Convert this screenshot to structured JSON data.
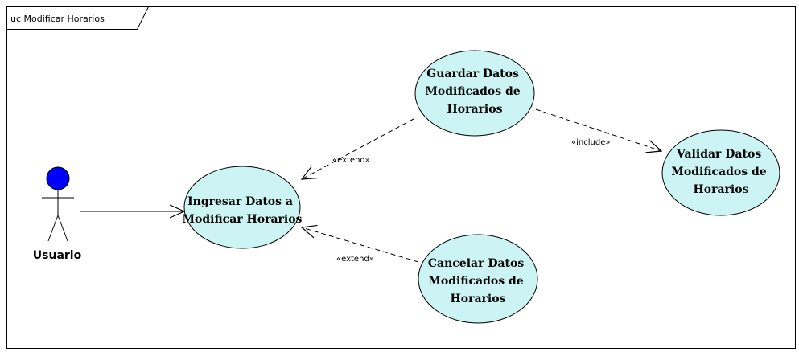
{
  "frame": {
    "title": "uc Modificar Horarios"
  },
  "actor": {
    "name": "Usuario",
    "head_color": "#0000ff"
  },
  "use_cases": {
    "ingresar": [
      "Ingresar Datos a",
      "Modificar Horarios"
    ],
    "guardar": [
      "Guardar Datos",
      "Modificados de",
      "Horarios"
    ],
    "validar": [
      "Validar Datos",
      "Modificados de",
      "Horarios"
    ],
    "cancelar": [
      "Cancelar Datos",
      "Modificados de",
      "Horarios"
    ]
  },
  "relations": {
    "extend_guardar": "«extend»",
    "extend_cancelar": "«extend»",
    "include_validar": "«include»"
  },
  "colors": {
    "use_case_fill": "#cdf4f4",
    "use_case_stroke": "#000000"
  }
}
